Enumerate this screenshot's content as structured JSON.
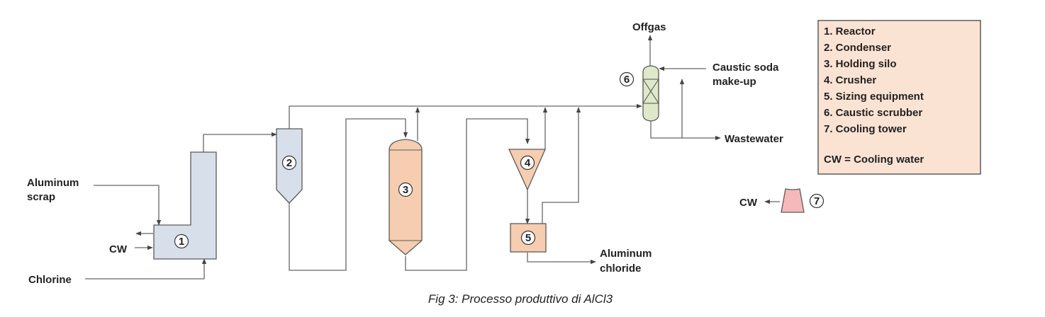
{
  "caption": "Fig 3: Processo produttivo di AlCl3",
  "legend": {
    "items": [
      "1. Reactor",
      "2. Condenser",
      "3. Holding silo",
      "4. Crusher",
      "5. Sizing equipment",
      "6. Caustic scrubber",
      "7. Cooling tower"
    ],
    "note": "CW = Cooling water",
    "background": "#fbe3d3"
  },
  "streams": {
    "aluminum_scrap": [
      "Aluminum",
      "scrap"
    ],
    "cw_reactor": "CW",
    "chlorine": "Chlorine",
    "offgas": "Offgas",
    "caustic_soda": [
      "Caustic soda",
      "make-up"
    ],
    "wastewater": "Wastewater",
    "aluminum_chloride": [
      "Aluminum",
      "chloride"
    ],
    "cw_tower": "CW"
  },
  "equipment_numbers": {
    "reactor": "1",
    "condenser": "2",
    "silo": "3",
    "crusher": "4",
    "sizing": "5",
    "scrubber": "6",
    "tower": "7"
  },
  "colors": {
    "blue_equipment": "#d6dfea",
    "orange_equipment": "#f6cdb0",
    "green_equipment": "#dfe9c9",
    "pink_equipment": "#f5b8bb"
  }
}
